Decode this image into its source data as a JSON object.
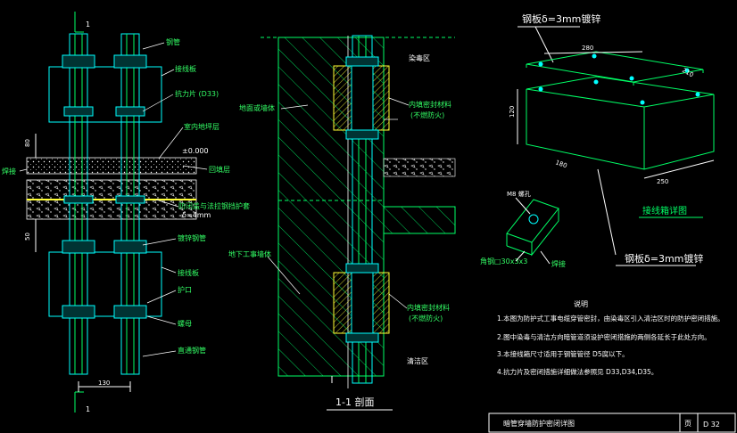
{
  "left_view": {
    "section_marker": "1",
    "labels": {
      "steel_pipe": "钢管",
      "connector_top": "接线板",
      "anti_force": "抗力片 (D33)",
      "indoor_floor": "室内地坪层",
      "elevation": "±0.000",
      "backfill": "回填层",
      "weld": "焊接",
      "seal_flange": "防闭盖与法拉钢挡护套",
      "seal_thickness": "δ=4mm",
      "conduit_pipe": "镀锌钢管",
      "connector_bottom": "接线板",
      "guard_ring": "护口",
      "nut": "螺母",
      "through_pipe": "直通钢管"
    },
    "dims": {
      "d1": "80",
      "d2": "50",
      "width": "130"
    }
  },
  "section_view": {
    "labels": {
      "poison_zone": "染毒区",
      "clean_zone": "清洁区",
      "floor_wall": "地面或墙体",
      "seal_top": "内填密封材料",
      "seal_top_sub": "(不燃防火)",
      "underground_wall": "地下工事墙体",
      "seal_bottom": "内填密封材料",
      "seal_bottom_sub": "(不燃防火)"
    },
    "title": "1-1 剖面"
  },
  "box_view": {
    "plate_label_top": "钢板δ=3mm镀锌",
    "dims": {
      "a": "280",
      "b": "210",
      "h": "120",
      "c": "180",
      "w": "250"
    },
    "caption": "接线箱详图",
    "plate_label_bottom": "钢板δ=3mm镀锌",
    "angle_label": "角钢□30x3x3",
    "weld_label": "焊接",
    "bolt_label": "M8 螺孔"
  },
  "notes": {
    "heading": "说明",
    "items": [
      "1.本图为防护式工事电缆穿管密封，由染毒区引入清洁区时的防护密闭措施。",
      "2.图中染毒与清洁方向暗管道须设护密闭措施的两侧各延长于此处方向。",
      "3.本接线箱尺寸适用于钢管管径  D5腐以下。",
      "4.抗力片及密闭措施详细做法参照见  D33,D34,D35。"
    ]
  },
  "title_block": {
    "title": "暗管穿墙防护密闭详图",
    "page_label": "页",
    "page": "D 32"
  }
}
